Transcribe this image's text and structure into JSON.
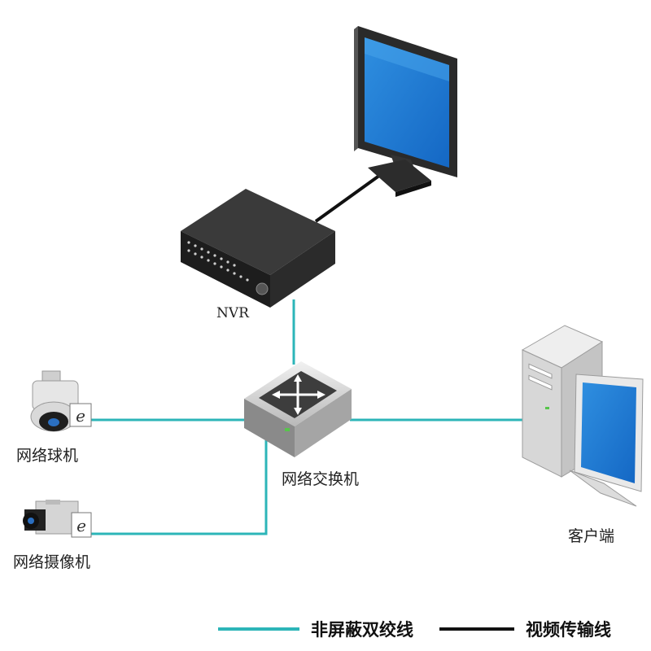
{
  "devices": {
    "nvr": {
      "label": "NVR"
    },
    "switch": {
      "label": "网络交换机"
    },
    "dome_camera": {
      "label": "网络球机"
    },
    "box_camera": {
      "label": "网络摄像机"
    },
    "client": {
      "label": "客户端"
    },
    "monitor": {
      "label": ""
    }
  },
  "legend": {
    "utp": {
      "label": "非屏蔽双绞线",
      "color": "#2cb5b8"
    },
    "video": {
      "label": "视频传输线",
      "color": "#111111"
    }
  },
  "icons": [
    "monitor-icon",
    "nvr-icon",
    "network-switch-icon",
    "dome-camera-icon",
    "box-camera-icon",
    "desktop-computer-icon",
    "ie-logo-icon"
  ]
}
